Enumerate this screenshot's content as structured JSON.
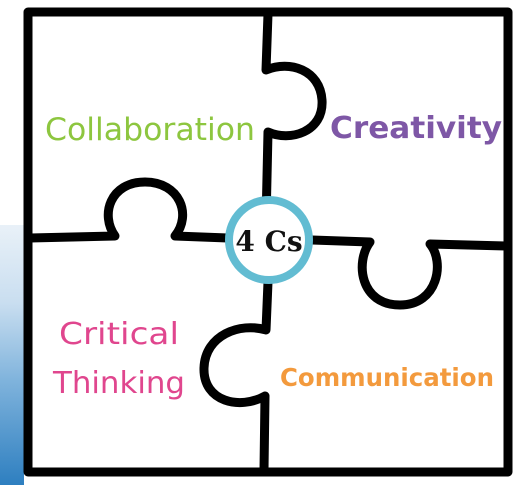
{
  "center_label": "4 Cs",
  "pieces": [
    {
      "key": "collaboration",
      "label": "Collaboration",
      "color": "#8dc63f"
    },
    {
      "key": "creativity",
      "label": "Creativity",
      "color": "#7e57a6"
    },
    {
      "key": "critical_thinking",
      "lines": [
        "Critical",
        "Thinking"
      ],
      "color": "#e0468e"
    },
    {
      "key": "communication",
      "label": "Communication",
      "color": "#f39a3d"
    }
  ],
  "colors": {
    "outline": "#000000",
    "center_ring": "#62bcd2",
    "center_text": "#111111",
    "background": "#ffffff"
  }
}
